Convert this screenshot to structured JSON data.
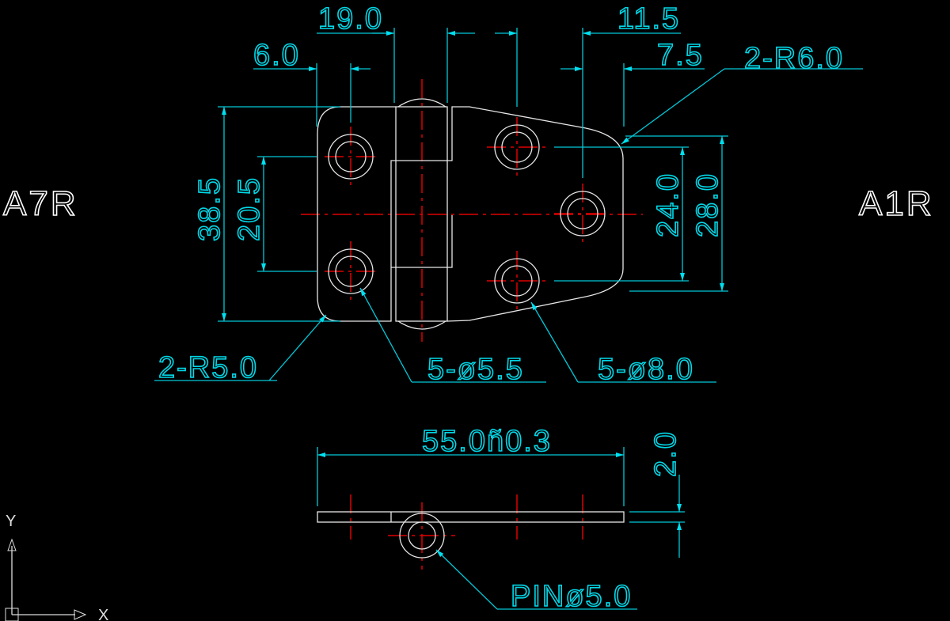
{
  "view_labels": {
    "left": "A7R",
    "right": "A1R"
  },
  "dimensions": {
    "top_19": "19.0",
    "top_11_5": "11.5",
    "top_6": "6.0",
    "top_7_5": "7.5",
    "radius_top": "2-R6.0",
    "height_38_5": "38.5",
    "height_20_5": "20.5",
    "height_24": "24.0",
    "height_28": "28.0",
    "radius_bottom": "2-R5.0",
    "hole_small": "5-ø5.5",
    "hole_large": "5-ø8.0",
    "length": "55.0ñ0.3",
    "thickness": "2.0",
    "pin": "PINø5.0"
  },
  "ucs": {
    "x_label": "X",
    "y_label": "Y"
  },
  "colors": {
    "background": "#000000",
    "outline": "#e6e6e6",
    "dimension": "#00d8e8",
    "centerline": "#e00000"
  }
}
